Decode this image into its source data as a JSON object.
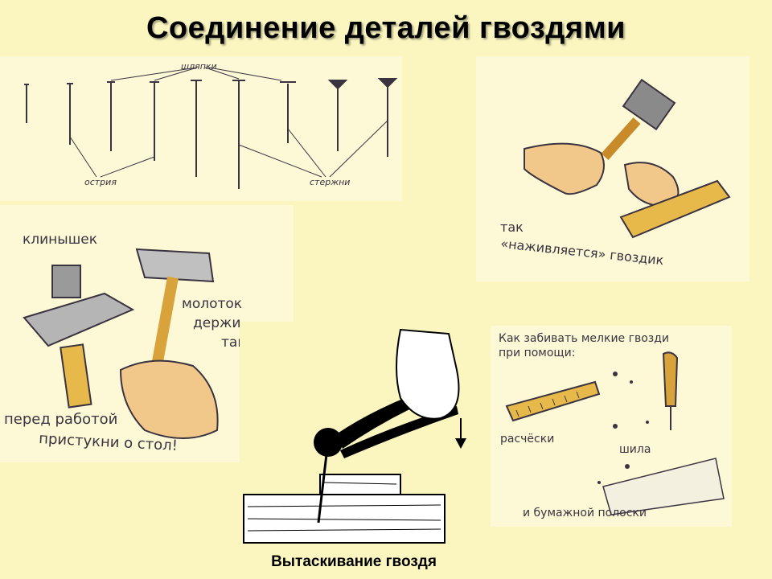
{
  "title": "Соединение деталей гвоздями",
  "caption": "Вытаскивание гвоздя",
  "panels": {
    "nails": {
      "head_label": "шляпки",
      "tip_label": "острия",
      "shank_label": "стержни"
    },
    "hammer": {
      "wedge_label": "клинышек",
      "hold_label_1": "молоток",
      "hold_label_2": "держи",
      "hold_label_3": "так!",
      "tap_label_1": "перед работой",
      "tap_label_2": "пристукни о стол!"
    },
    "start_nail": {
      "label_1": "так",
      "label_2": "«наживляется» гвоздик"
    },
    "small_nails": {
      "heading_1": "Как забивать мелкие гвозди",
      "heading_2": "при помощи:",
      "comb_label": "расчёски",
      "awl_label": "шила",
      "paper_label": "и бумажной полоски"
    }
  },
  "colors": {
    "background": "#fbf6c0",
    "panel_bg": "#fdf9d6",
    "ink": "#3a3340",
    "wood": "#e6b94a",
    "skin": "#f2c88a"
  }
}
